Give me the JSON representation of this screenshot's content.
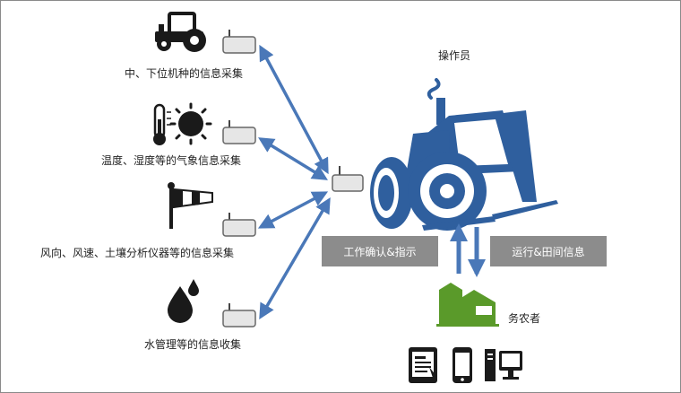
{
  "sensors": [
    {
      "label": "中、下位机种的信息采集",
      "icon": "tractor-icon"
    },
    {
      "label": "温度、湿度等的气象信息采集",
      "icon": "thermometer-sun-icon"
    },
    {
      "label": "风向、风速、土壤分析仪器等的信息采集",
      "icon": "windsock-icon"
    },
    {
      "label": "水管理等的信息收集",
      "icon": "water-drops-icon"
    }
  ],
  "operator": {
    "label": "操作员",
    "icon": "large-tractor-icon"
  },
  "flows": {
    "up_label": "工作确认&指示",
    "down_label": "运行&田间信息"
  },
  "farmer": {
    "label": "务农者",
    "icon": "farm-building-icon"
  },
  "devices": [
    "tablet-icon",
    "smartphone-icon",
    "desktop-pc-icon"
  ],
  "colors": {
    "arrow": "#4a78b8",
    "tractor": "#2f5f9e",
    "farm": "#5a9a2a",
    "box": "#8c8c8c"
  }
}
